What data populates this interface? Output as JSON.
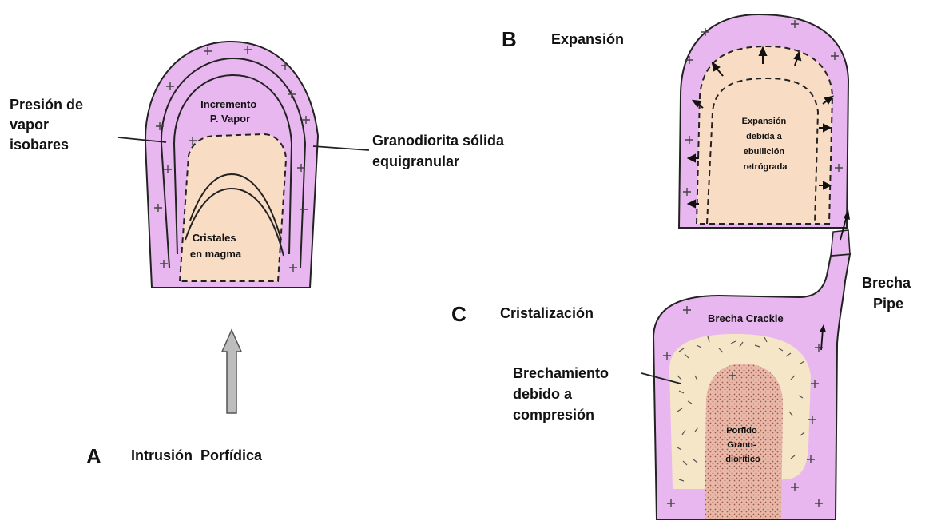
{
  "panel_a": {
    "letter": "A",
    "title": "Intrusión  Porfídica",
    "label_pressure": [
      "Presión de",
      "vapor",
      "isobares"
    ],
    "label_granodiorite": [
      "Granodiorita sólida",
      "equigranular"
    ],
    "label_increment": [
      "Incremento",
      "P. Vapor"
    ],
    "label_crystals": [
      "Cristales",
      "en magma"
    ],
    "arrow_icon": "up-arrow-icon"
  },
  "panel_b": {
    "letter": "B",
    "title": "Expansión",
    "label_expansion": [
      "Expansión",
      "debida a",
      "ebullición",
      "retrógrada"
    ]
  },
  "panel_c": {
    "letter": "C",
    "title": "Cristalización",
    "label_crackle": "Brecha Crackle",
    "label_pipe": [
      "Brecha",
      "Pipe"
    ],
    "label_brecciation": [
      "Brechamiento",
      "debido a",
      "compresión"
    ],
    "label_porphyry": [
      "Porfido",
      "Grano-",
      "diorítico"
    ]
  },
  "colors": {
    "rim": "#e9b7ef",
    "core": "#f9dcc4",
    "breccia": "#f5e6c8",
    "porphyry": "#e8b8a8",
    "arrow": "#bdbdbd"
  }
}
